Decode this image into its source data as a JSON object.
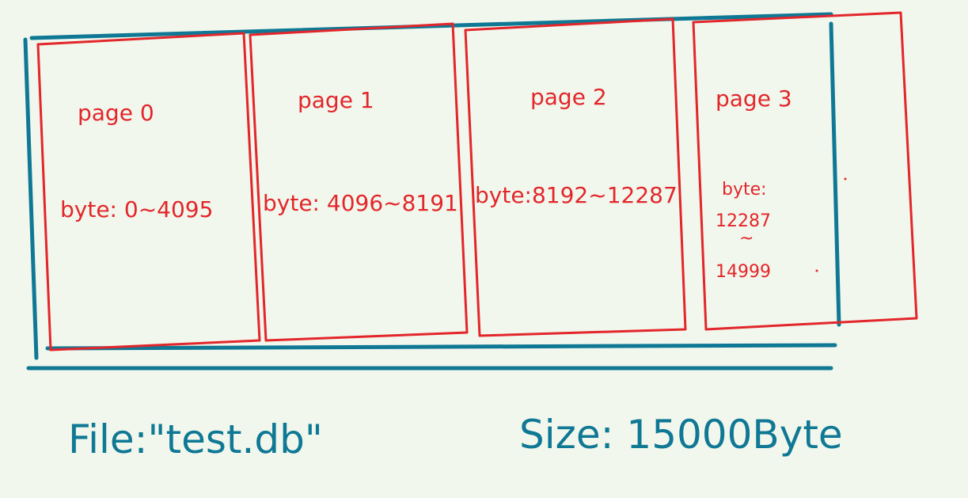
{
  "colors": {
    "background": "#f1f7ec",
    "page_border": "#e3262b",
    "file_border": "#0f7895"
  },
  "pages": [
    {
      "label": "page 0",
      "bytes": "byte: 0~4095"
    },
    {
      "label": "page  1",
      "bytes": "byte: 4096~8191"
    },
    {
      "label": "page 2",
      "bytes": "byte:8192~12287"
    },
    {
      "label": "page 3",
      "bytes_line1": "byte:",
      "bytes_line2": "12287",
      "bytes_line3": "~",
      "bytes_line4": "14999"
    }
  ],
  "file_label": "File:\"test.db\"",
  "size_label": "Size: 15000Byte"
}
